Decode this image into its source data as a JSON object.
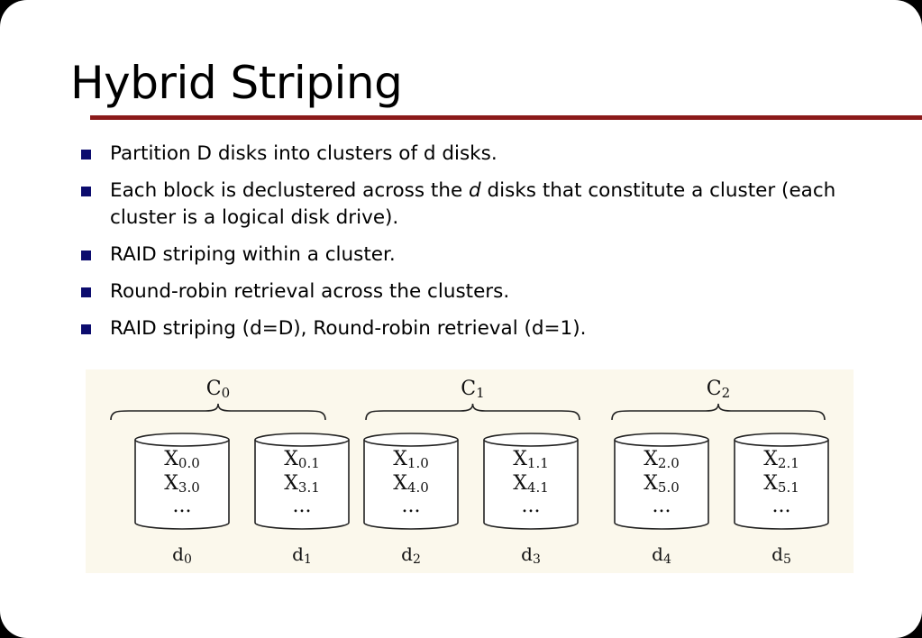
{
  "slide": {
    "title": "Hybrid Striping",
    "bullets": [
      {
        "parts": [
          "Partition D disks into clusters of d disks."
        ]
      },
      {
        "parts": [
          "Each block is declustered across the ",
          "d",
          " disks that constitute a cluster (each cluster is a logical disk drive)."
        ]
      },
      {
        "parts": [
          "RAID striping within a cluster."
        ]
      },
      {
        "parts": [
          "Round-robin retrieval across the clusters."
        ]
      },
      {
        "parts": [
          "RAID striping (d=D), Round-robin retrieval (d=1)."
        ]
      }
    ]
  },
  "diagram": {
    "clusters": [
      {
        "base": "C",
        "sub": "0"
      },
      {
        "base": "C",
        "sub": "1"
      },
      {
        "base": "C",
        "sub": "2"
      }
    ],
    "disks": [
      {
        "base": "d",
        "sub": "0",
        "rows": [
          {
            "base": "X",
            "sub": "0.0"
          },
          {
            "base": "X",
            "sub": "3.0"
          }
        ],
        "more": "..."
      },
      {
        "base": "d",
        "sub": "1",
        "rows": [
          {
            "base": "X",
            "sub": "0.1"
          },
          {
            "base": "X",
            "sub": "3.1"
          }
        ],
        "more": "..."
      },
      {
        "base": "d",
        "sub": "2",
        "rows": [
          {
            "base": "X",
            "sub": "1.0"
          },
          {
            "base": "X",
            "sub": "4.0"
          }
        ],
        "more": "..."
      },
      {
        "base": "d",
        "sub": "3",
        "rows": [
          {
            "base": "X",
            "sub": "1.1"
          },
          {
            "base": "X",
            "sub": "4.1"
          }
        ],
        "more": "..."
      },
      {
        "base": "d",
        "sub": "4",
        "rows": [
          {
            "base": "X",
            "sub": "2.0"
          },
          {
            "base": "X",
            "sub": "5.0"
          }
        ],
        "more": "..."
      },
      {
        "base": "d",
        "sub": "5",
        "rows": [
          {
            "base": "X",
            "sub": "2.1"
          },
          {
            "base": "X",
            "sub": "5.1"
          }
        ],
        "more": "..."
      }
    ]
  },
  "colors": {
    "title_rule": "#8b1a1a",
    "bullet_marker": "#0c0c6e",
    "figure_background": "#fbf8ec"
  }
}
